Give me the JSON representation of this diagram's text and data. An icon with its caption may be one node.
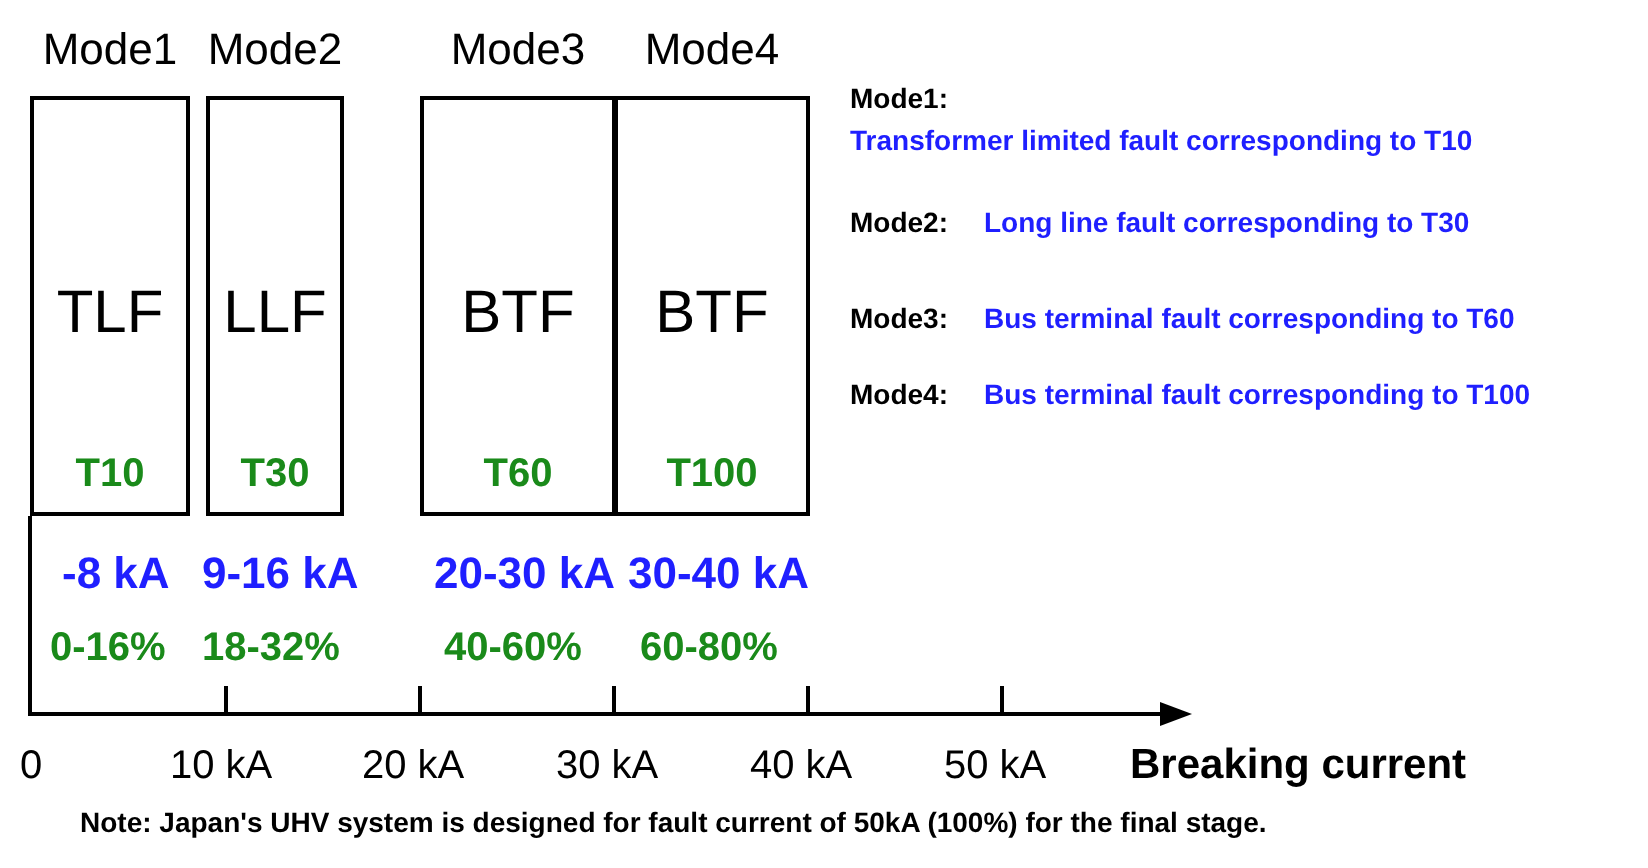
{
  "diagram": {
    "nodes": [
      {
        "text": [
          "Mode1",
          "TLF",
          "T10"
        ]
      },
      {
        "text": [
          "Mode2",
          "LLF",
          "T30"
        ]
      },
      {
        "text": [
          "Mode3",
          "BTF",
          "T60"
        ]
      },
      {
        "text": [
          "Mode4",
          "BTF",
          "T100"
        ]
      }
    ],
    "labels": [
      "Mode1:",
      "Transformer limited fault corresponding to T10",
      "Mode2:",
      "Long line fault corresponding to T30",
      "Mode3:",
      "Bus terminal fault corresponding to T60",
      "Mode4:",
      "Bus terminal  fault corresponding to T100",
      "-8 kA",
      "9-16 kA",
      "20-30 kA",
      "30-40 kA",
      "0-16%",
      "18-32%",
      "40-60%",
      "60-80%",
      "0",
      "10 kA",
      "20 kA",
      "30 kA",
      "40 kA",
      "50 kA",
      "Breaking current",
      "Note: Japan's UHV system is designed for fault current of 50kA (100%) for the final stage."
    ]
  }
}
